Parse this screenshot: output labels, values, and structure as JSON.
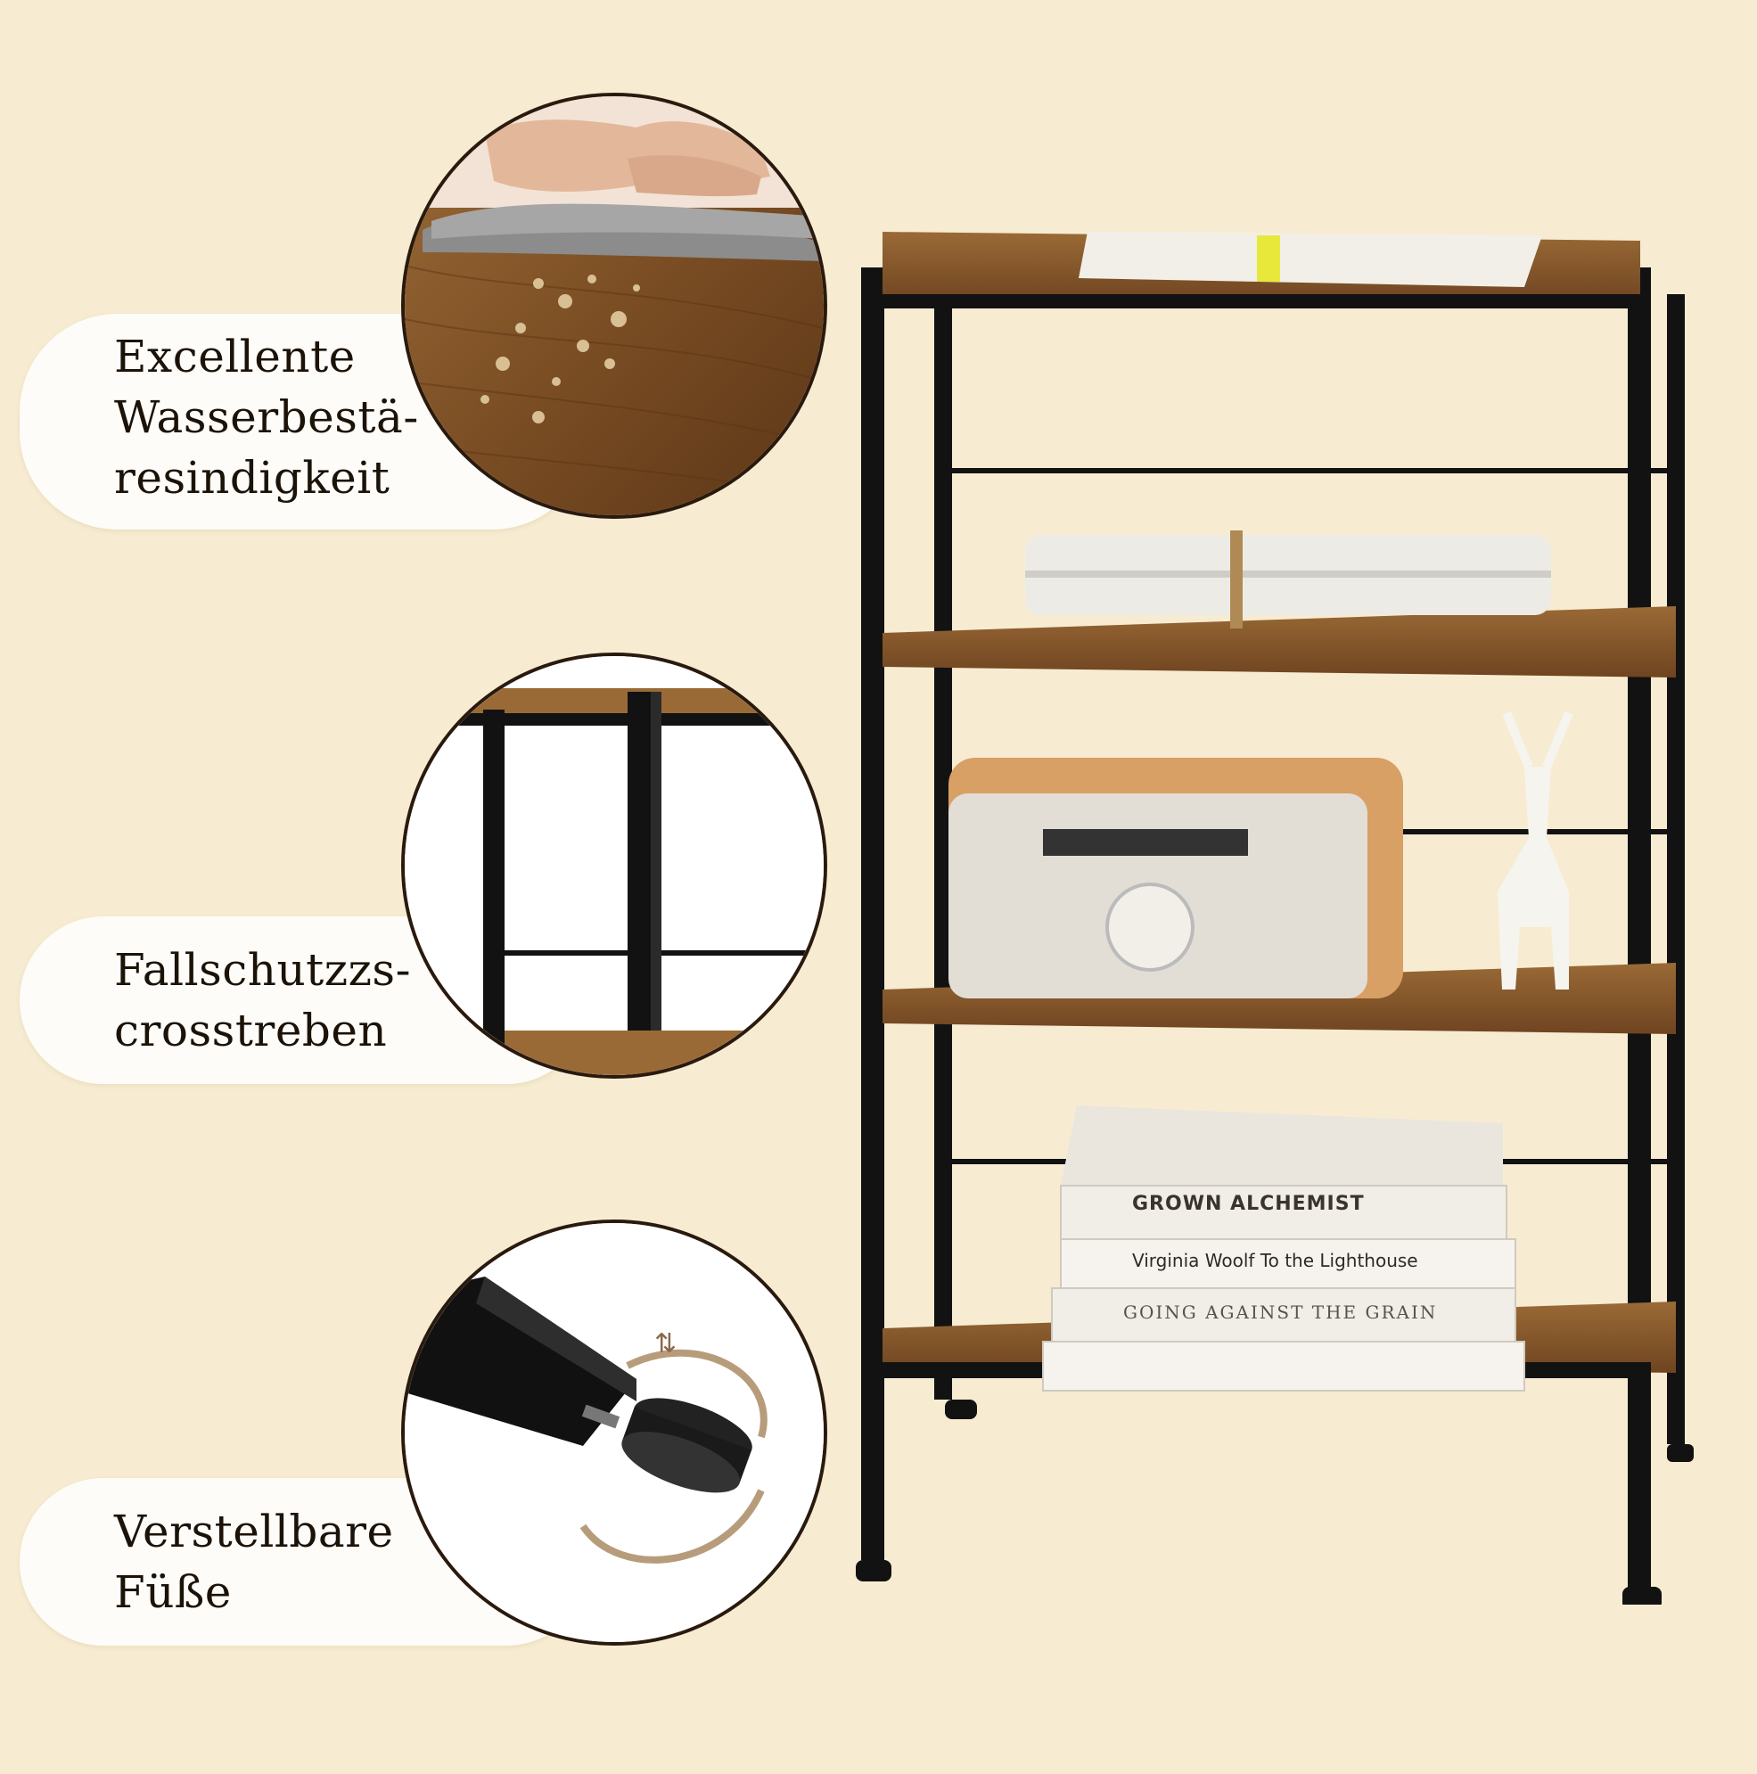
{
  "features": [
    {
      "lines": [
        "Excellente",
        "Wasserbestä-",
        "resindigkeit"
      ]
    },
    {
      "lines": [
        "Fallschutzzs-",
        "crosstreben"
      ]
    },
    {
      "lines": [
        "Verstellbare",
        "Füße"
      ]
    }
  ],
  "book_spines": [
    {
      "title": "GROWN ALCHEMIST"
    },
    {
      "title": "Virginia Woolf To the Lighthouse"
    },
    {
      "title": "GOING AGAINST THE GRAIN"
    }
  ],
  "colors": {
    "background": "#f7ecd2",
    "pill": "#fefcf8",
    "frame": "#121212",
    "wood": "#8a5a2b"
  }
}
